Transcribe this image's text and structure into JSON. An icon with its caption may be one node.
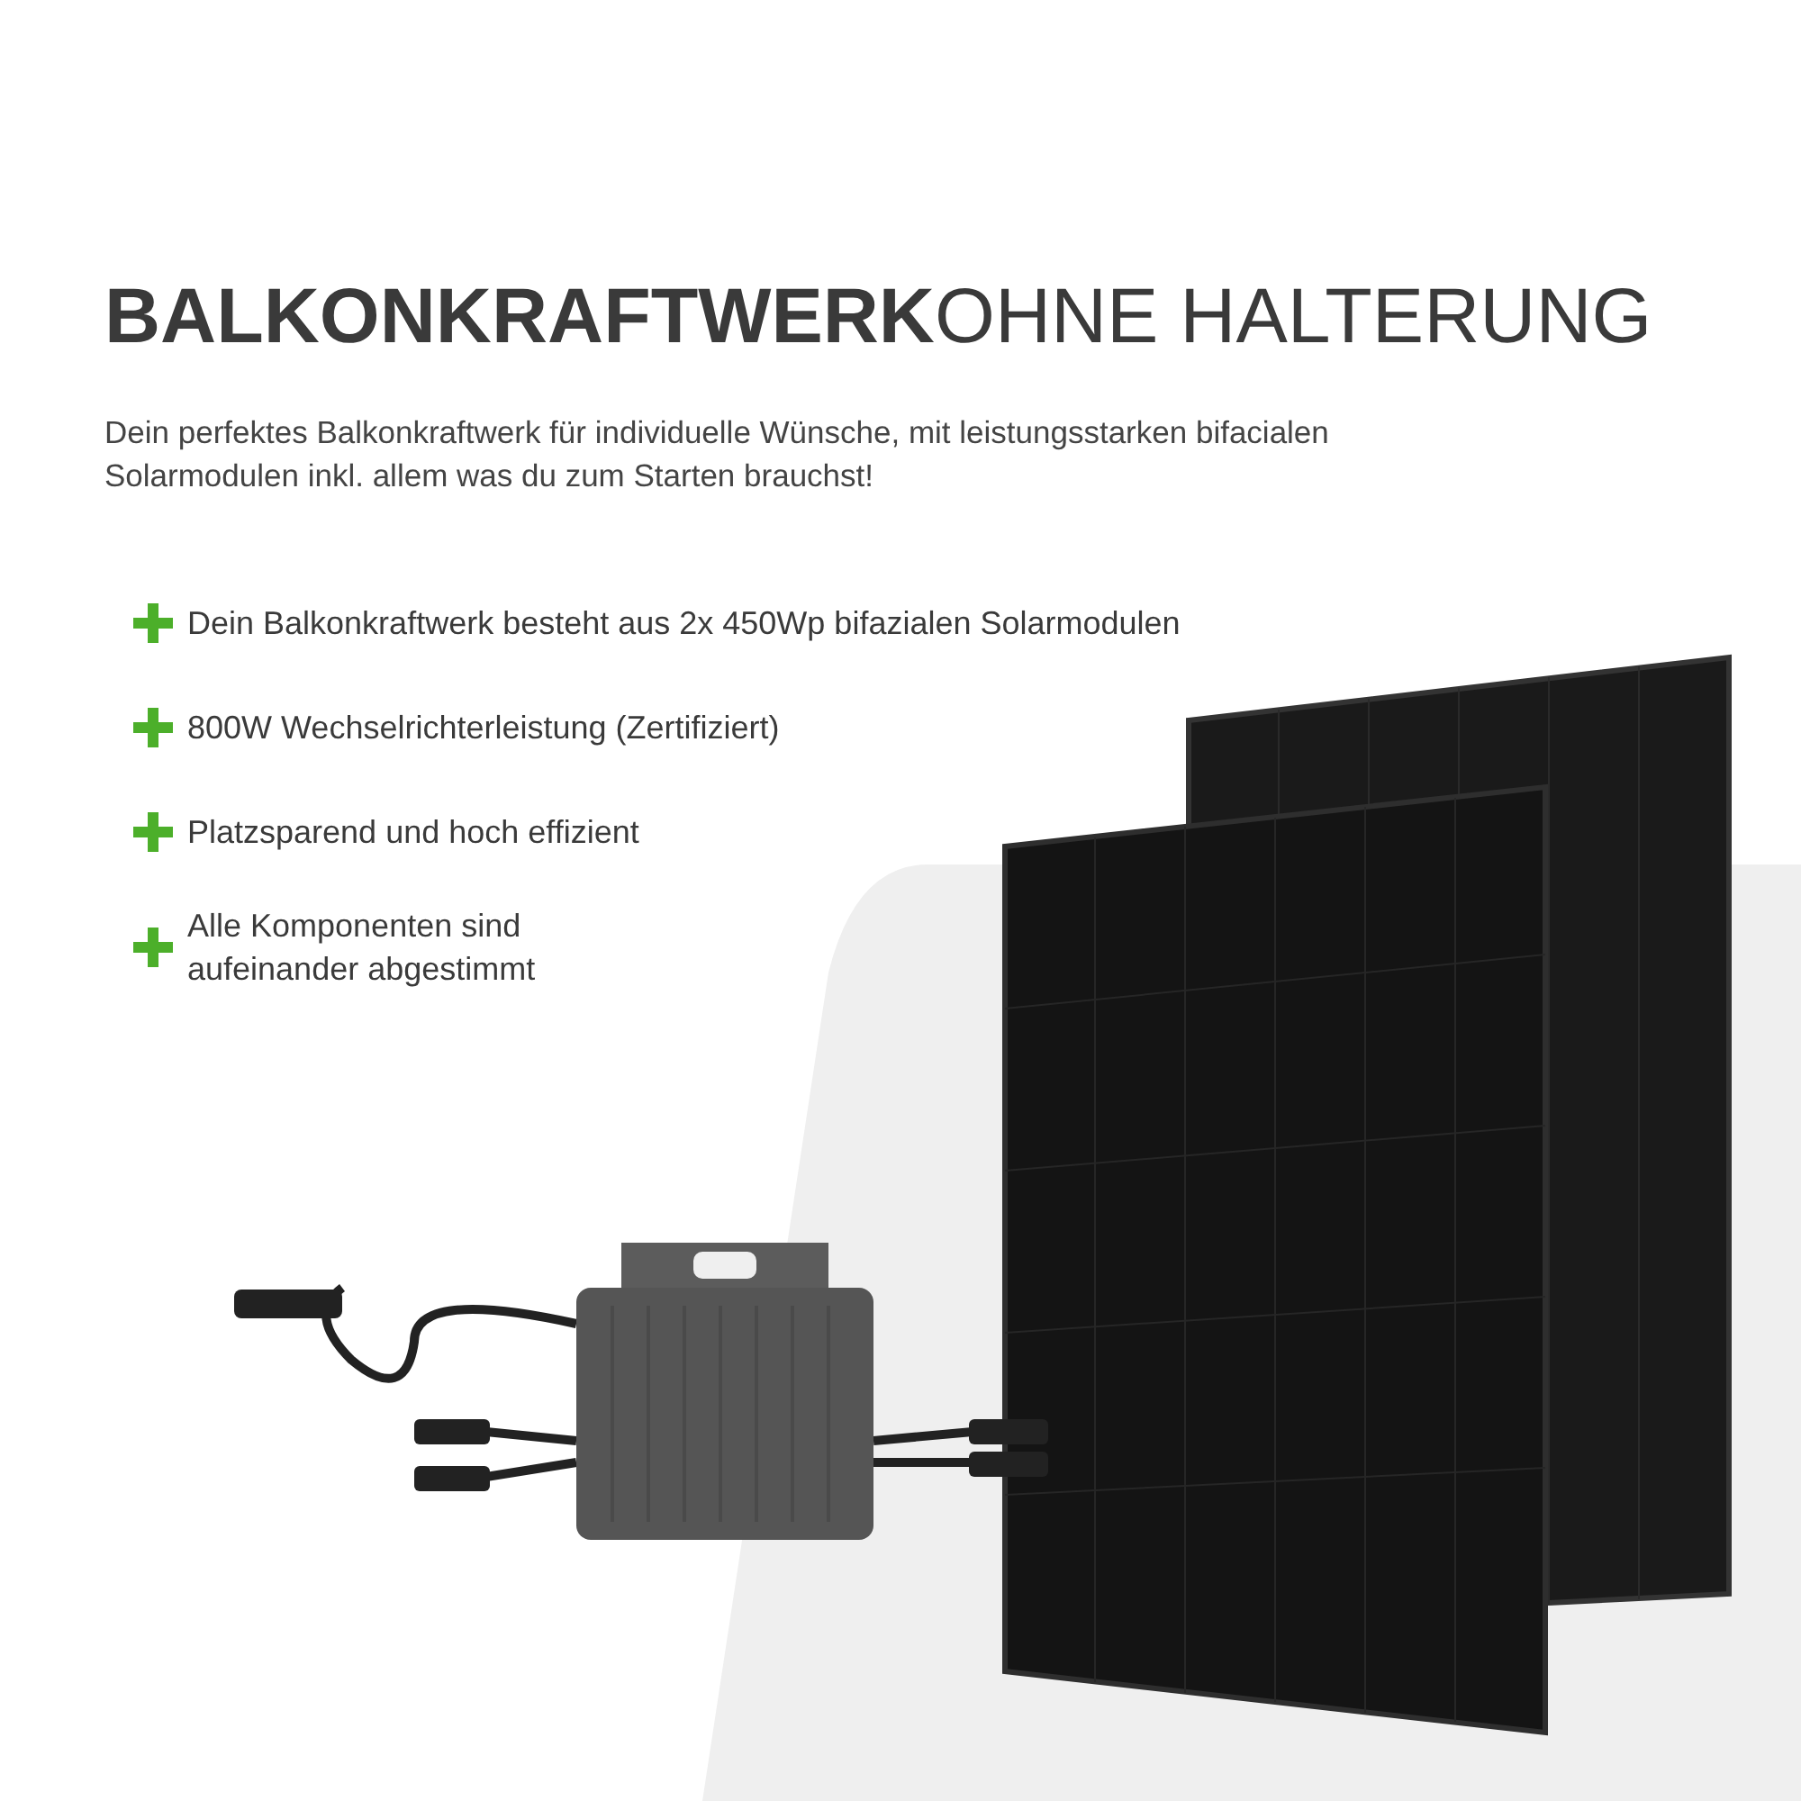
{
  "diagram": {
    "title": "**BALKONKRAFTWERK**OHNE HALTERUNG",
    "labels": [
      "Dein perfektes Balkonkraftwerk für individuelle Wünsche, mit leistungsstarken bifacialen Solarmodulen inkl. allem was du zum Starten brauchst!",
      "Dein Balkonkraftwerk besteht aus 2x 450Wp bifazialen Solarmodulen",
      "800W Wechselrichterleistung (Zertifiziert)",
      "Platzsparend und hoch effizient",
      "Alle Komponenten sind aufeinander abgestimmt"
    ]
  }
}
